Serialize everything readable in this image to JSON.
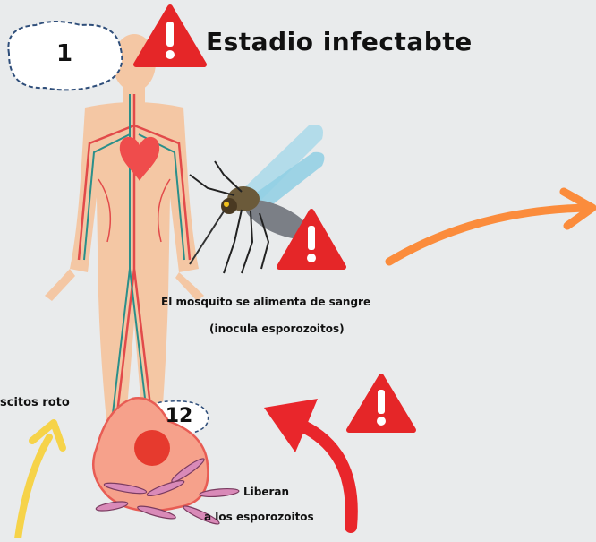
{
  "title": "Estadio infectabte",
  "badge_1": "1",
  "badge_12": "12",
  "mosquito_caption_line1": "El mosquito se alimenta de sangre",
  "mosquito_caption_line2": "(inocula esporozoitos)",
  "left_label": "scitos roto",
  "release_line1": "Liberan",
  "release_line2": "a los esporozoitos",
  "colors": {
    "background": "#e9ebec",
    "warning_red": "#e52628",
    "orange_arrow": "#fb8c3c",
    "red_arrow": "#e9262b",
    "yellow_arrow": "#f6d349",
    "skin": "#f4c7a4",
    "heart": "#ef4c4c",
    "cell": "#f6a18b"
  },
  "icons": [
    "warning-icon",
    "human-body",
    "heart",
    "mosquito",
    "infected-cell",
    "sporozoites",
    "curved-arrow"
  ]
}
